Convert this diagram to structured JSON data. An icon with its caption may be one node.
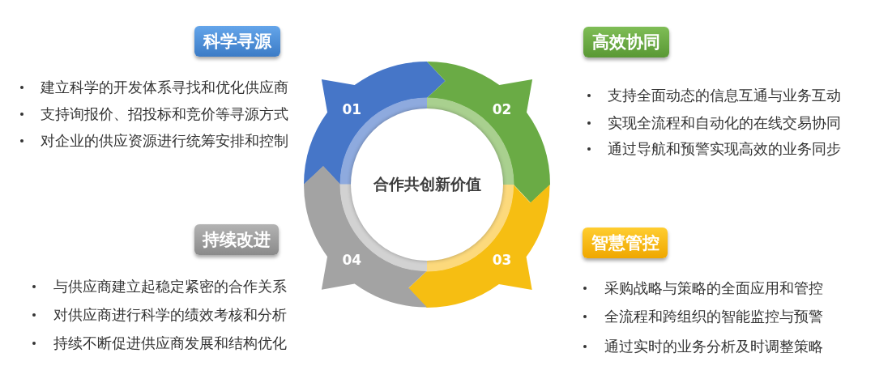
{
  "diagram": {
    "nodes": [
      {
        "text": [
          "科学寻源"
        ],
        "beside": [
          "建立科学的开发体系寻找和优化供应商",
          "支持询报价、招投标和竞价等寻源方式",
          "对企业的供应资源进行统筹安排和控制"
        ]
      },
      {
        "text": [
          "高效协同"
        ],
        "beside": [
          "支持全面动态的信息互通与业务互动",
          "实现全流程和自动化的在线交易协同",
          "通过导航和预警实现高效的业务同步"
        ]
      },
      {
        "text": [
          "01"
        ]
      },
      {
        "text": [
          "02"
        ]
      },
      {
        "text": [
          "03"
        ]
      },
      {
        "text": [
          "04"
        ]
      },
      {
        "text": [
          "合作共创新价值"
        ]
      },
      {
        "text": [
          "持续改进"
        ],
        "beside": [
          "与供应商建立起稳定紧密的合作关系",
          "对供应商进行科学的绩效考核和分析",
          "持续不断促进供应商发展和结构优化"
        ]
      },
      {
        "text": [
          "智慧管控"
        ],
        "beside": [
          "采购战略与策略的全面应用和管控",
          "全流程和跨组织的智能监控与预警",
          "通过实时的业务分析及时调整策略"
        ]
      }
    ]
  }
}
